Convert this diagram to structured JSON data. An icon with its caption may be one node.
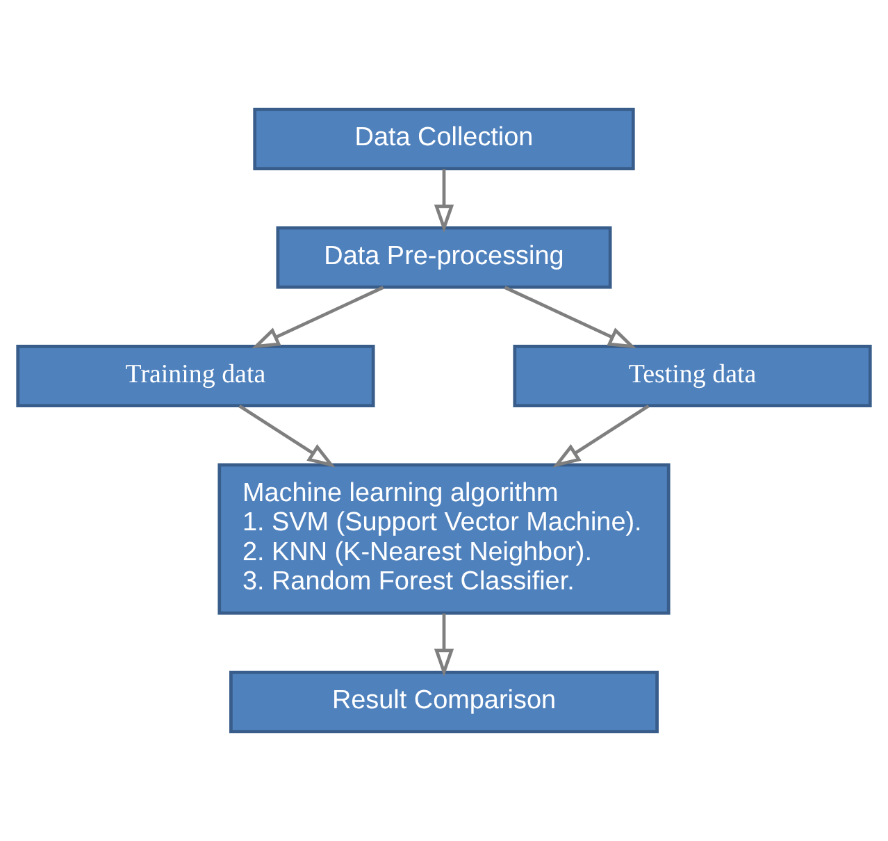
{
  "diagram": {
    "nodes": [
      {
        "text": [
          "Data Collection"
        ]
      },
      {
        "text": [
          "Data Pre-processing"
        ]
      },
      {
        "text": [
          "Training data"
        ]
      },
      {
        "text": [
          "Testing data"
        ]
      },
      {
        "text": [
          "Machine learning algorithm",
          "1. SVM (Support Vector Machine).",
          "2. KNN (K-Nearest Neighbor).",
          "3. Random Forest Classifier."
        ]
      },
      {
        "text": [
          "Result Comparison"
        ]
      }
    ],
    "edges": [
      {
        "from": 0,
        "to": 1,
        "arrow": "to"
      },
      {
        "from": 1,
        "to": 2,
        "arrow": "to"
      },
      {
        "from": 1,
        "to": 3,
        "arrow": "to"
      },
      {
        "from": 2,
        "to": 4,
        "arrow": "to"
      },
      {
        "from": 3,
        "to": 4,
        "arrow": "to"
      },
      {
        "from": 4,
        "to": 5,
        "arrow": "to"
      }
    ]
  }
}
